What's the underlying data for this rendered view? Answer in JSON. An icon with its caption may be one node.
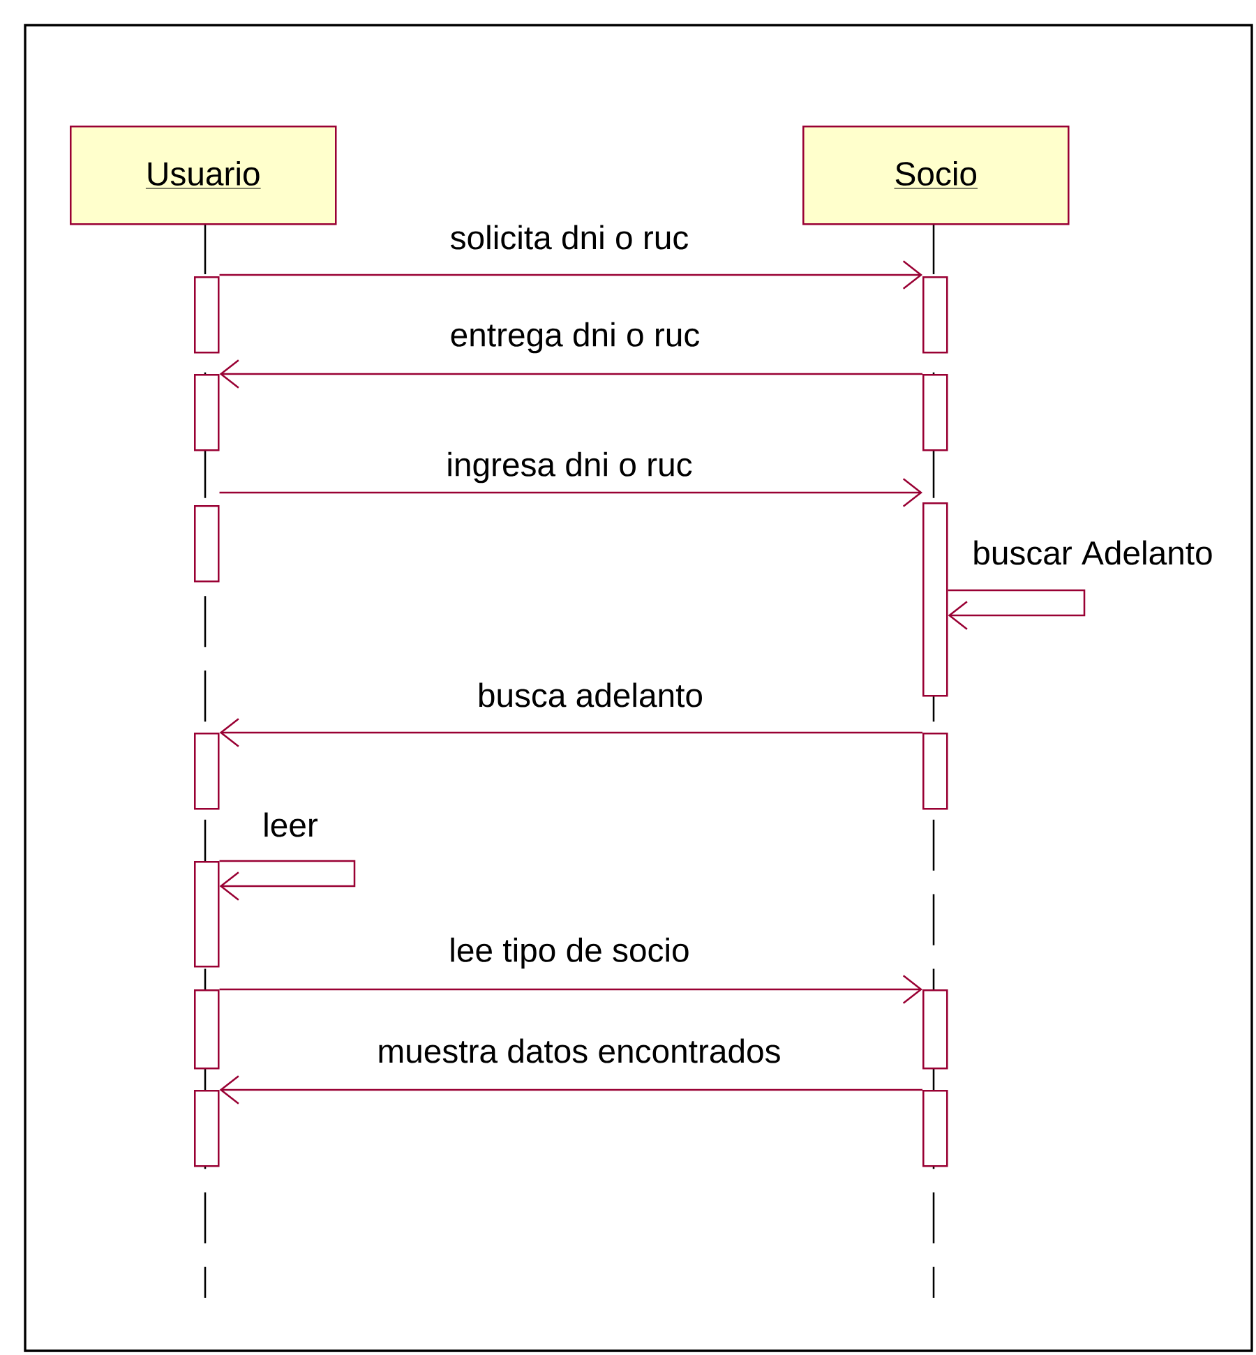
{
  "diagram": {
    "nodes": [
      {
        "text": [
          "Usuario"
        ]
      },
      {
        "text": [
          "Socio"
        ]
      },
      {
        "text": [],
        "shape": "bar"
      },
      {
        "text": [],
        "shape": "bar"
      },
      {
        "text": [],
        "shape": "bar"
      },
      {
        "text": [],
        "shape": "bar"
      },
      {
        "text": [],
        "shape": "bar"
      },
      {
        "text": [],
        "shape": "bar"
      },
      {
        "text": [],
        "shape": "bar"
      },
      {
        "text": [],
        "shape": "bar"
      },
      {
        "text": [],
        "shape": "bar"
      },
      {
        "text": [],
        "shape": "bar"
      },
      {
        "text": [],
        "shape": "bar"
      },
      {
        "text": [],
        "shape": "bar"
      },
      {
        "text": [],
        "shape": "bar"
      }
    ],
    "edges": [
      {
        "from": 2,
        "to": 3,
        "arrow": "to",
        "label": "solicita dni o ruc"
      },
      {
        "from": 5,
        "to": 4,
        "arrow": "to",
        "label": "entrega dni o ruc"
      },
      {
        "from": 6,
        "to": 7,
        "arrow": "to",
        "label": "ingresa dni o ruc"
      },
      {
        "from": 7,
        "to": 7,
        "arrow": "to",
        "label": "buscar Adelanto"
      },
      {
        "from": 9,
        "to": 8,
        "arrow": "to",
        "label": "busca adelanto"
      },
      {
        "from": 10,
        "to": 10,
        "arrow": "to",
        "label": "leer"
      },
      {
        "from": 11,
        "to": 12,
        "arrow": "to",
        "label": "lee tipo de socio"
      },
      {
        "from": 14,
        "to": 13,
        "arrow": "to",
        "label": "muestra datos encontrados"
      }
    ]
  }
}
